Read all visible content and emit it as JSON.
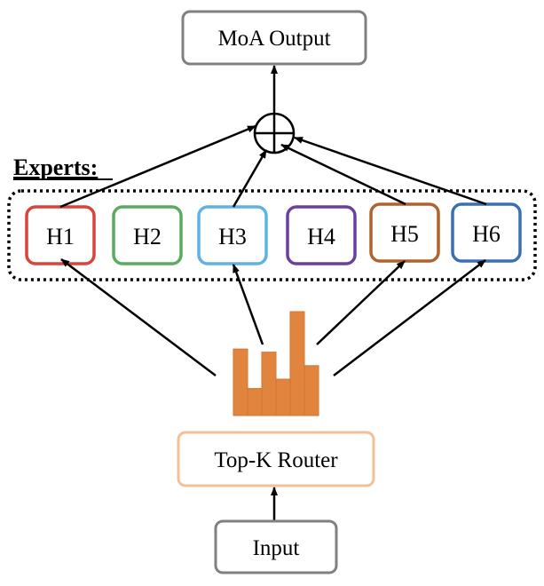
{
  "output": {
    "label": "MoA Output"
  },
  "combiner": {
    "symbol": "circle-plus-icon"
  },
  "experts_label": "Experts:",
  "experts": [
    {
      "label": "H1",
      "color": "#d9443a",
      "selected": true
    },
    {
      "label": "H2",
      "color": "#5aab60",
      "selected": false
    },
    {
      "label": "H3",
      "color": "#5fb3e3",
      "selected": true
    },
    {
      "label": "H4",
      "color": "#6b3fa0",
      "selected": false
    },
    {
      "label": "H5",
      "color": "#b0622f",
      "selected": true
    },
    {
      "label": "H6",
      "color": "#3a70b0",
      "selected": true
    }
  ],
  "router_scores": {
    "color": "#e0843e",
    "values": [
      0.64,
      0.26,
      0.61,
      0.35,
      1.0,
      0.48
    ]
  },
  "router": {
    "label": "Top-K Router",
    "color": "#f0c09a"
  },
  "input": {
    "label": "Input"
  }
}
